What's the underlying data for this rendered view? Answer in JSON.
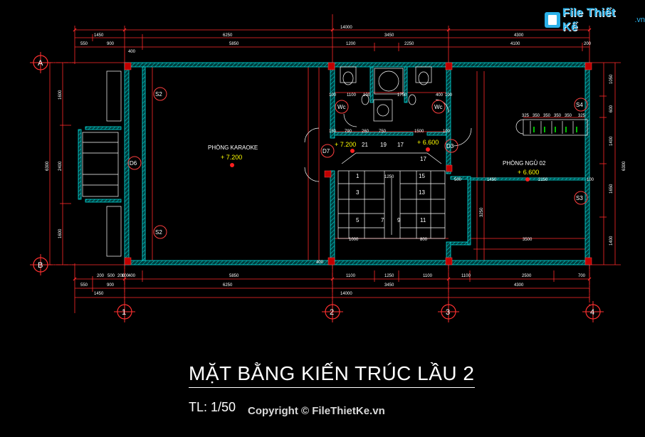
{
  "drawing": {
    "title": "MẶT BẰNG KIẾN TRÚC LẦU 2",
    "scale": "TL: 1/50",
    "copyright": "Copyright © FileThietKe.vn",
    "watermark": {
      "name": "File Thiết Kế",
      "domain": ".vn"
    }
  },
  "grid": {
    "columns": [
      "1",
      "2",
      "3",
      "4"
    ],
    "rows": [
      "A",
      "B"
    ]
  },
  "rooms": {
    "karaoke": "PHÒNG KARAOKE",
    "bedroom": "PHÒNG NGỦ 02",
    "wc_left": "Wc",
    "wc_right": "Wc"
  },
  "elevations": {
    "karaoke": "+ 7.200",
    "hall": "+ 7.200",
    "stair": "+ 6.600",
    "bedroom": "+ 6.600"
  },
  "tags": [
    "S2",
    "S2",
    "S4",
    "S3",
    "D6",
    "D7",
    "D3"
  ],
  "stair_numbers": [
    "1",
    "3",
    "5",
    "7",
    "9",
    "11",
    "13",
    "15",
    "17",
    "19",
    "21",
    "17"
  ],
  "dimensions": {
    "top_total": "14000",
    "top_parts": [
      "1450",
      "6250",
      "3450",
      "4300"
    ],
    "top_sub": [
      "550",
      "900",
      "5850",
      "1200",
      "2250",
      "4100",
      "200",
      "400"
    ],
    "bottom_total": "14000",
    "bottom_parts": [
      "1450",
      "6250",
      "3450",
      "4300"
    ],
    "bottom_sub": [
      "550",
      "900",
      "5850",
      "1100",
      "1250",
      "1100",
      "1100",
      "2500",
      "700"
    ],
    "bottom_small": [
      "200",
      "500",
      "200",
      "100",
      "400",
      "400"
    ],
    "left_total": "6300",
    "left_parts": [
      "1600",
      "2400",
      "1600"
    ],
    "right_total": "6300",
    "right_parts": [
      "1050",
      "600",
      "1400",
      "1650",
      "1400"
    ],
    "wc_dims": [
      "100",
      "1100",
      "100",
      "1750",
      "400",
      "100",
      "150",
      "790",
      "260",
      "750",
      "1500",
      "100"
    ],
    "misc": [
      "1450",
      "2150",
      "100",
      "500",
      "3500",
      "1000",
      "1250",
      "800",
      "3250",
      "325",
      "350",
      "350",
      "350",
      "350",
      "325"
    ]
  }
}
